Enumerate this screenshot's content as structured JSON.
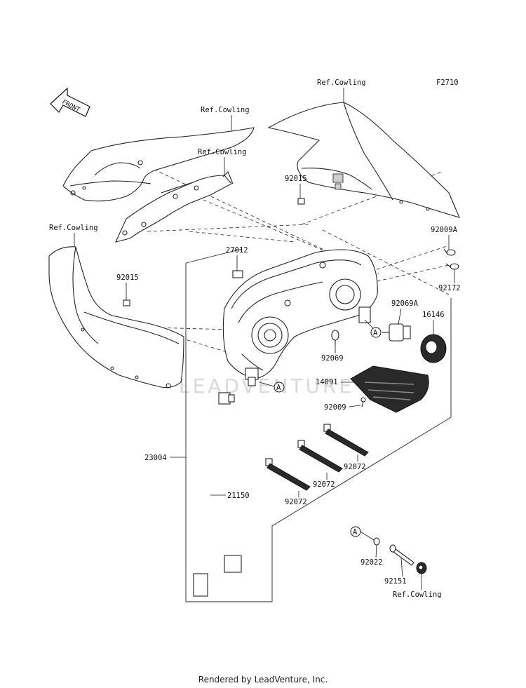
{
  "figure_code": "F2710",
  "front_arrow": "FRONT",
  "watermark": "LEADVENTURE",
  "footer": "Rendered by LeadVenture, Inc.",
  "labels": {
    "ref_cowling_top_right": "Ref.Cowling",
    "ref_cowling_upper": "Ref.Cowling",
    "ref_cowling_bracket": "Ref.Cowling",
    "ref_cowling_left": "Ref.Cowling",
    "ref_cowling_bottom": "Ref.Cowling",
    "p92015_a": "92015",
    "p92015_b": "92015",
    "p92009A": "92009A",
    "p92172": "92172",
    "p27012": "27012",
    "p92069A": "92069A",
    "p16146": "16146",
    "p92069": "92069",
    "p14091": "14091",
    "p92009": "92009",
    "p23004": "23004",
    "p92072_a": "92072",
    "p92072_b": "92072",
    "p92072_c": "92072",
    "p21150": "21150",
    "p92022": "92022",
    "p92151": "92151",
    "callout_a1": "A",
    "callout_a2": "A",
    "callout_a3": "A"
  }
}
